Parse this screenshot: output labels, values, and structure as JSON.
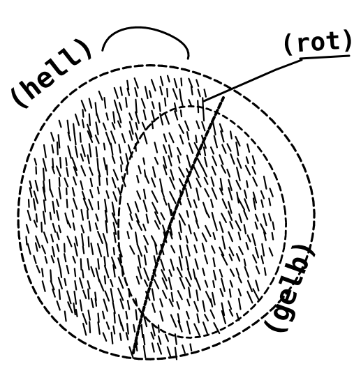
{
  "drawing": {
    "labels": {
      "hell": "(hell)",
      "rot": "(rot)",
      "gelb": "(gelb)"
    },
    "ink_color": "#000000",
    "background_color": "#ffffff"
  }
}
